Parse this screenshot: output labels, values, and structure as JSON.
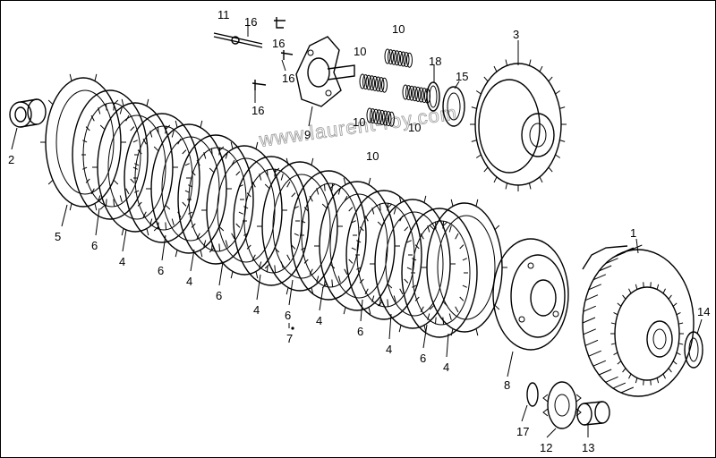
{
  "watermark": "www.laurent-roy.com",
  "callouts": [
    "11",
    "16",
    "16",
    "16",
    "16",
    "10",
    "10",
    "10",
    "10",
    "10",
    "18",
    "15",
    "3",
    "9",
    "2",
    "5",
    "6",
    "4",
    "6",
    "4",
    "6",
    "4",
    "6",
    "7",
    "4",
    "6",
    "4",
    "6",
    "4",
    "1",
    "14",
    "8",
    "17",
    "12",
    "13"
  ]
}
